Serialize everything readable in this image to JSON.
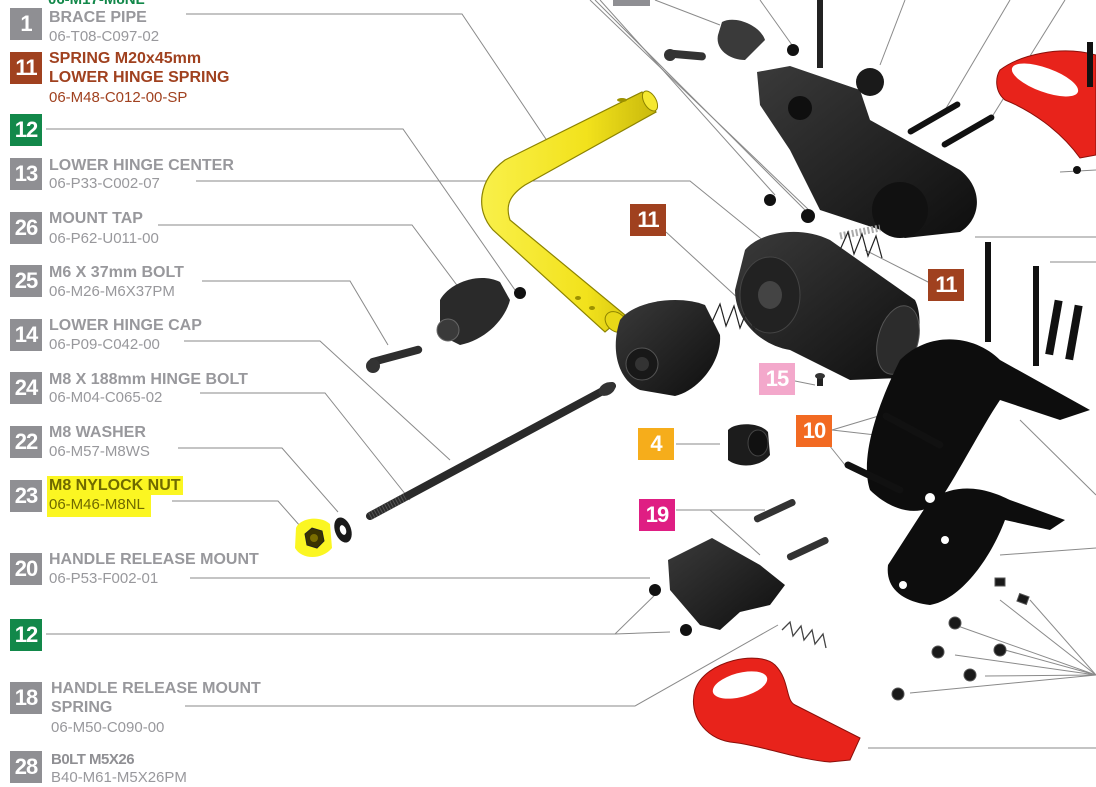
{
  "diagram_title": "Lower Hinge Assembly - Exploded Parts Diagram",
  "legend_items": [
    {
      "number": "1",
      "name": "BRACE PIPE",
      "part_no": "06-T08-C097-02",
      "badge_color": "#8f8f93"
    },
    {
      "number": "11",
      "name": "SPRING M20x45mm",
      "name2": "LOWER HINGE SPRING",
      "part_no": "06-M48-C012-00-SP",
      "badge_color": "#a0411f"
    },
    {
      "number": "12",
      "name": "",
      "part_no": "",
      "badge_color": "#12884a"
    },
    {
      "number": "13",
      "name": "LOWER HINGE CENTER",
      "part_no": "06-P33-C002-07",
      "badge_color": "#8f8f93"
    },
    {
      "number": "26",
      "name": "MOUNT TAP",
      "part_no": "06-P62-U011-00",
      "badge_color": "#8f8f93"
    },
    {
      "number": "25",
      "name": "M6 X 37mm BOLT",
      "part_no": "06-M26-M6X37PM",
      "badge_color": "#8f8f93"
    },
    {
      "number": "14",
      "name": "LOWER HINGE CAP",
      "part_no": "06-P09-C042-00",
      "badge_color": "#8f8f93"
    },
    {
      "number": "24",
      "name": "M8 X 188mm HINGE BOLT",
      "part_no": "06-M04-C065-02",
      "badge_color": "#8f8f93"
    },
    {
      "number": "22",
      "name": "M8 WASHER",
      "part_no": "06-M57-M8WS",
      "badge_color": "#8f8f93"
    },
    {
      "number": "23",
      "name": "M8 NYLOCK NUT",
      "part_no": "06-M46-M8NL",
      "badge_color": "#8f8f93",
      "highlighted": true
    },
    {
      "number": "20",
      "name": "HANDLE RELEASE MOUNT",
      "part_no": "06-P53-F002-01",
      "badge_color": "#8f8f93"
    },
    {
      "number": "12",
      "name": "",
      "part_no": "",
      "badge_color": "#12884a"
    },
    {
      "number": "18",
      "name": "HANDLE RELEASE MOUNT",
      "name2": "SPRING",
      "part_no": "06-M50-C090-00",
      "badge_color": "#8f8f93"
    },
    {
      "number": "28",
      "name": "B0LT M5X26",
      "part_no": "B40-M61-M5X26PM",
      "badge_color": "#8f8f93"
    }
  ],
  "diagram_callouts": [
    {
      "number": "11",
      "color": "#a0411f"
    },
    {
      "number": "11",
      "color": "#a0411f"
    },
    {
      "number": "15",
      "color": "#f3a8cb"
    },
    {
      "number": "4",
      "color": "#f6ad1b"
    },
    {
      "number": "10",
      "color": "#f26a22"
    },
    {
      "number": "19",
      "color": "#df1e83"
    }
  ],
  "colors": {
    "leader_line": "#8a8a8a",
    "brace_pipe": "#f7ec27",
    "handle_red": "#e8231b",
    "part_black": "#1c1c1c",
    "highlight": "#fbf622"
  }
}
